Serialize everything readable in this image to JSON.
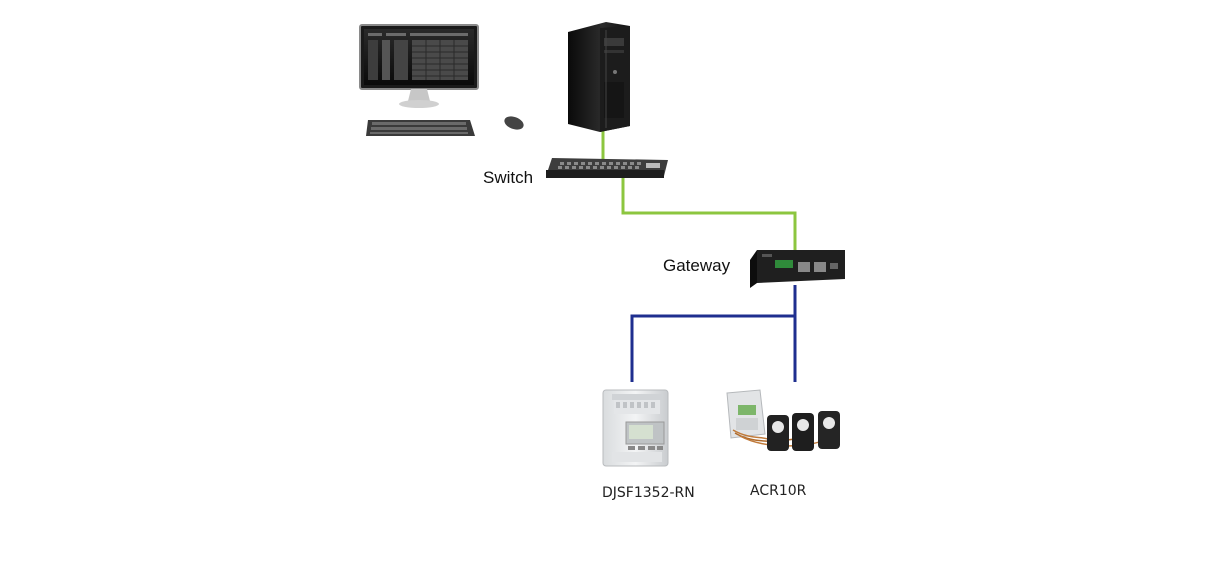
{
  "diagram": {
    "nodes": {
      "switch": {
        "label": "Switch"
      },
      "gateway": {
        "label": "Gateway"
      },
      "meter1": {
        "label": "DJSF1352-RN"
      },
      "meter2": {
        "label": "ACR10R"
      }
    },
    "colors": {
      "ethernet": "#8cc63f",
      "rs485": "#1f2f8f"
    }
  }
}
